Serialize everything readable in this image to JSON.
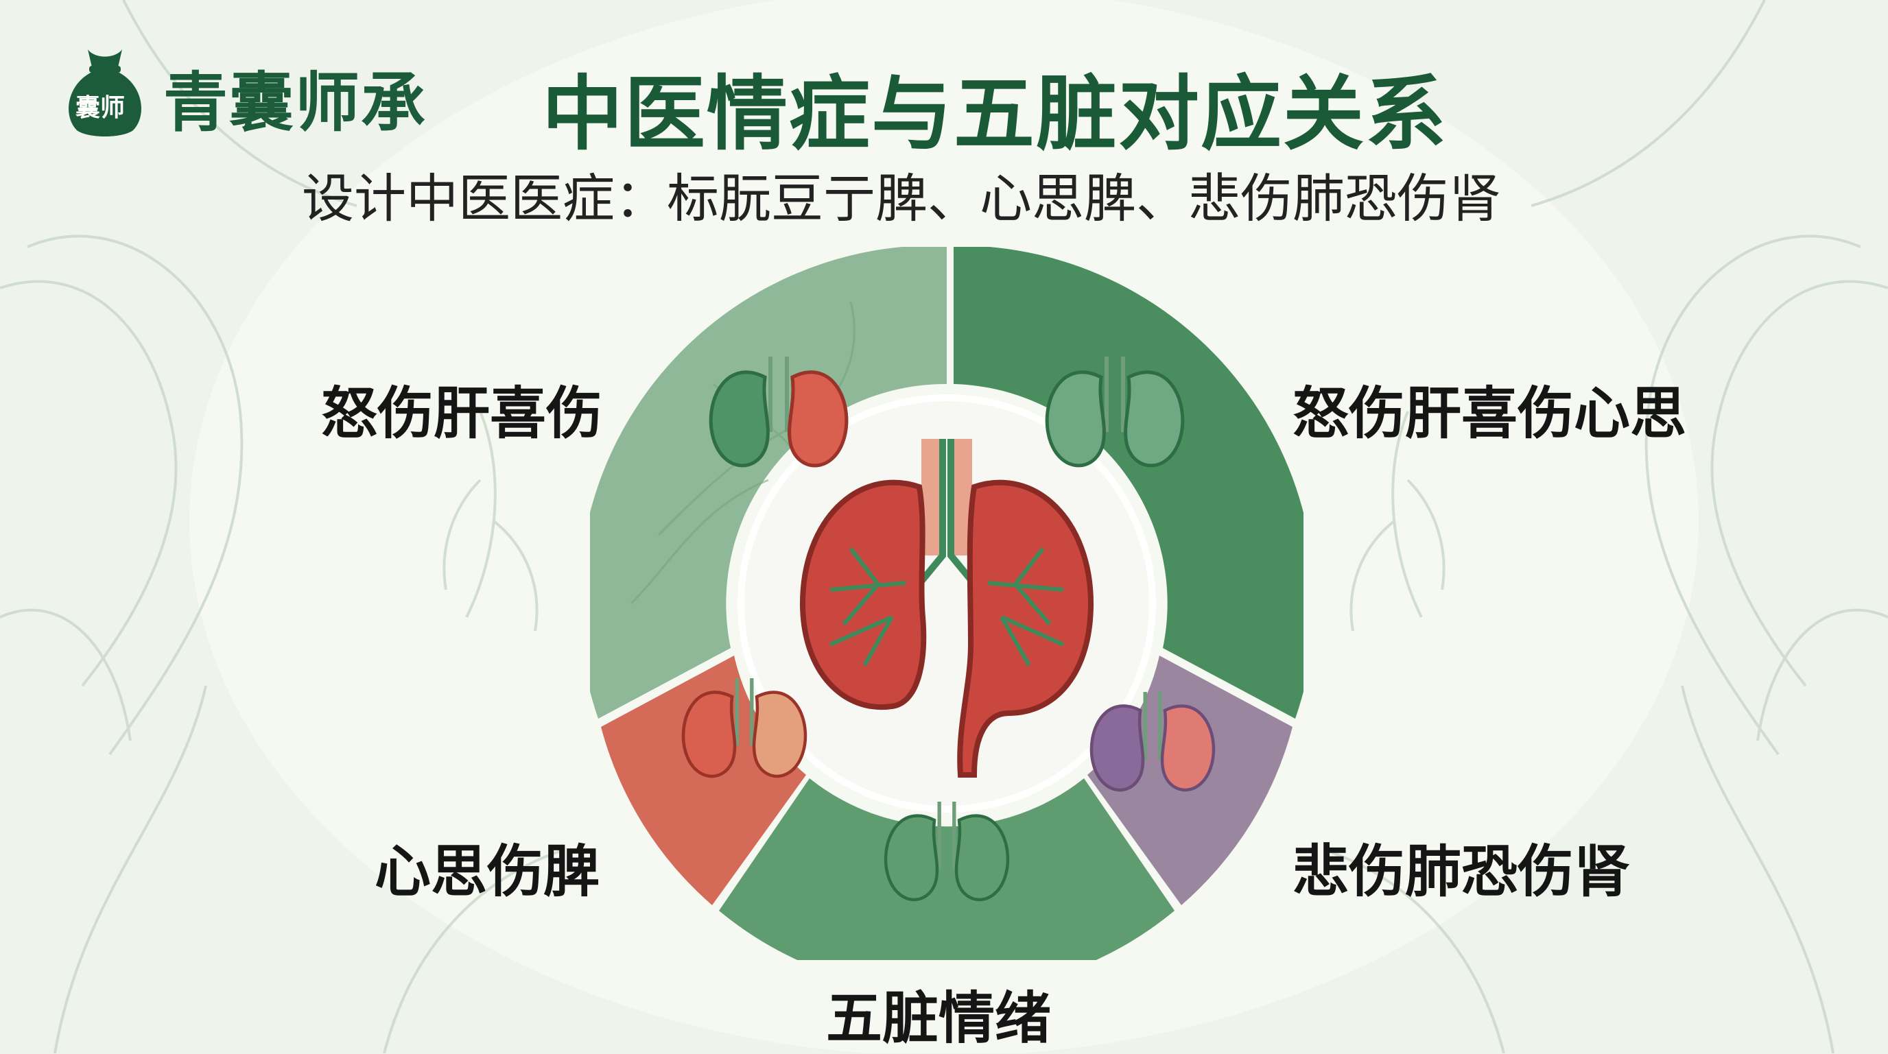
{
  "brand": {
    "logo_text": "囊师",
    "name": "青囊师承"
  },
  "title": "中医情症与五脏对应关系",
  "subtitle": "设计中医医症：标朊豆亍脾、心思脾、悲伤肺恐伤肾",
  "labels": {
    "top_left": "怒伤肝喜伤",
    "top_right": "怒伤肝喜伤心思",
    "bottom_left": "心思伤脾",
    "bottom_right": "悲伤肺恐伤肾",
    "bottom": "五脏情绪"
  },
  "icons": {
    "logo": "medicine-bag-icon",
    "center": "lungs-icon",
    "organ": "kidney-icon"
  },
  "colors": {
    "brand_green": "#1b5a37",
    "segment_light_green": "#8fb898",
    "segment_dark_green": "#4a8d5e",
    "segment_purple": "#9b86a0",
    "segment_medium_green": "#5f9c6f",
    "segment_red": "#d46a58",
    "organ_red": "#c9473f",
    "background": "#eef4ec"
  }
}
